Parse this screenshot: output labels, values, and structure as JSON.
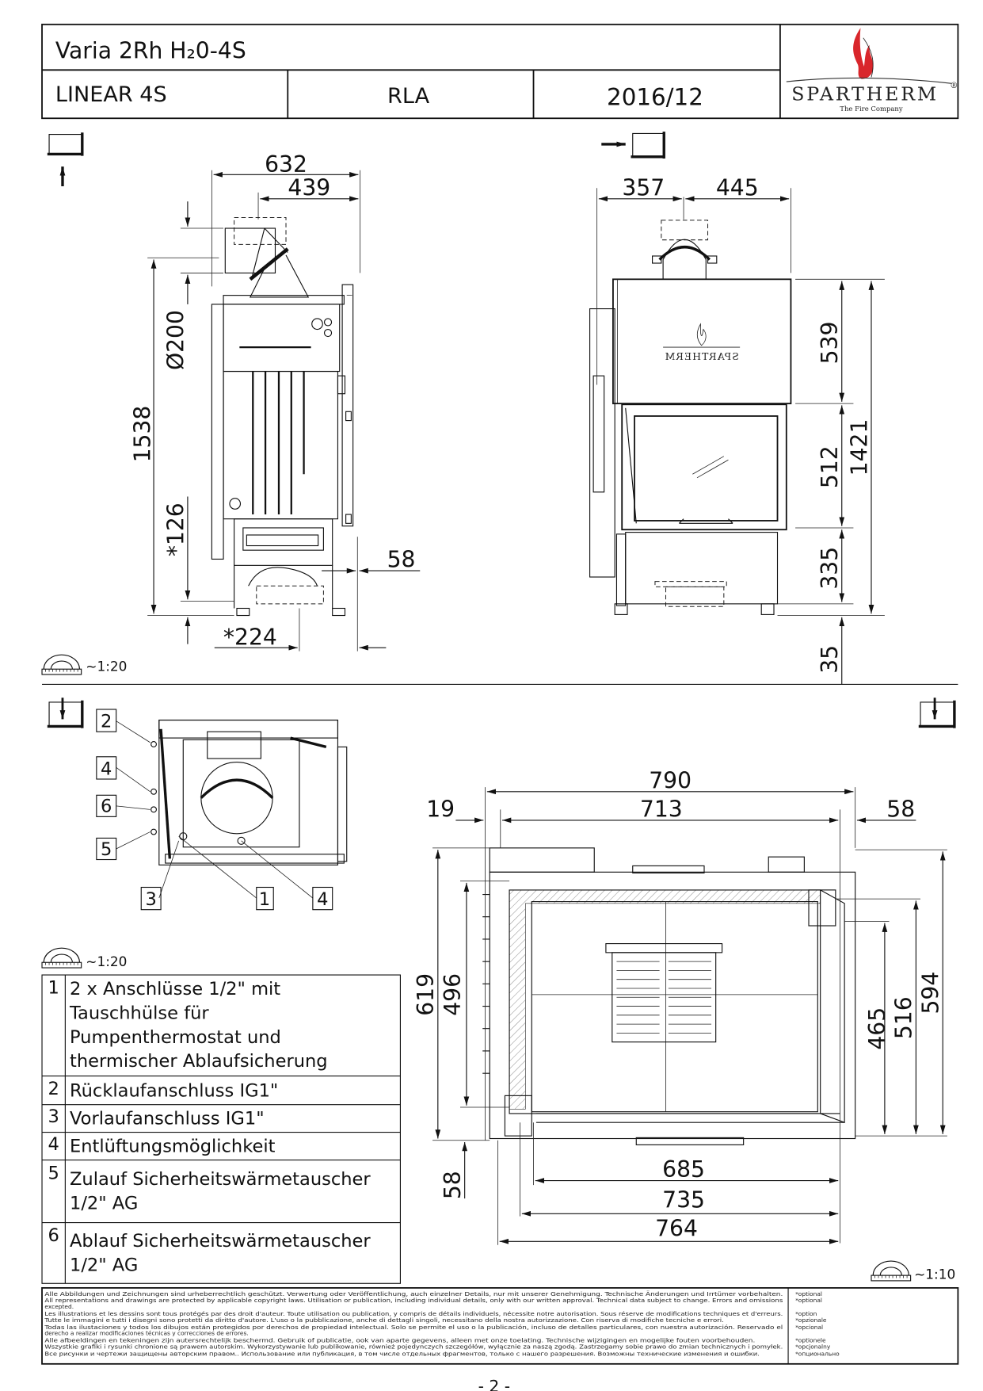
{
  "header": {
    "title": "Varia 2Rh H₂0-4S",
    "model": "LINEAR 4S",
    "variant": "RLA",
    "date": "2016/12"
  },
  "logo": {
    "brand": "SPARTHERM",
    "tagline": "The Fire Company",
    "registered": "®",
    "flame_color": "#d9262b"
  },
  "side_view": {
    "icon": "view-from-front-arrow-up-icon",
    "dims": {
      "width_total": "632",
      "flue_offset": "439",
      "flue_diameter": "Ø200",
      "height_total": "1538",
      "optional_126": "*126",
      "depth_58": "58",
      "optional_224": "*224"
    },
    "scale": "~1:20"
  },
  "front_view": {
    "icon": "view-from-side-arrow-right-icon",
    "dims": {
      "left": "357",
      "right": "445",
      "upper": "539",
      "door": "512",
      "lower": "335",
      "feet": "35",
      "height_total": "1421"
    },
    "logo_mirrored": "SPARTHERM"
  },
  "connections_view": {
    "icon": "view-from-top-arrow-down-icon",
    "callouts": [
      "2",
      "4",
      "6",
      "5",
      "3",
      "1",
      "4"
    ],
    "scale": "~1:20"
  },
  "legend": [
    {
      "number": "1",
      "lines": [
        "2 x Anschlüsse 1/2\" mit",
        "Tauschhülse für",
        "Pumpenthermostat und",
        "thermischer Ablaufsicherung"
      ]
    },
    {
      "number": "2",
      "lines": [
        "Rücklaufanschluss IG1\""
      ]
    },
    {
      "number": "3",
      "lines": [
        "Vorlaufanschluss IG1\""
      ]
    },
    {
      "number": "4",
      "lines": [
        "Entlüftungsmöglichkeit"
      ]
    },
    {
      "number": "5",
      "lines": [
        "Zulauf Sicherheitswärmetauscher",
        "1/2\" AG"
      ]
    },
    {
      "number": "6",
      "lines": [
        "Ablauf Sicherheitswärmetauscher",
        "1/2\" AG"
      ]
    }
  ],
  "plan_view": {
    "icon": "view-from-top-arrow-down-icon",
    "dims": {
      "width_total": "790",
      "width_inner": "713",
      "left_19": "19",
      "right_58": "58",
      "depth_619": "619",
      "depth_496": "496",
      "bottom_58": "58",
      "depth_465": "465",
      "depth_516": "516",
      "depth_594": "594",
      "w_685": "685",
      "w_735": "735",
      "w_764": "764"
    },
    "scale": "~1:10"
  },
  "footer": {
    "lines": [
      "Alle Abbildungen und Zeichnungen sind urheberrechtlich geschützt. Verwertung oder Veröffentlichung, auch einzelner Details, nur mit unserer Genehmigung. Technische Änderungen und Irrtümer vorbehalten.",
      "All representations and drawings are protected by applicable copyright laws. Utilisation or publication, including individual details, only with our written approval. Technical data subject to change. Errors and omissions",
      "excepted.",
      "Les illustrations et les dessins sont tous protégés par des droit d'auteur. Toute utilisation ou publication, y compris de détails individuels, nécessite notre autorisation. Sous réserve de modifications techniques et d'erreurs.",
      "Tutte le immagini e tutti i disegni sono protetti da diritto d'autore. L'uso o la pubblicazione, anche di dettagli singoli, necessitano della nostra autorizzazione.  Con riserva di modifiche tecniche e errori.",
      "Todas las ilustaciones y todos los dibujos están protegidos por derechos de propiedad intelectual. Solo se permite el uso o la publicación, incluso de detalles particulares, con nuestra autorización. Reservado el",
      "derecho a realizar modificaciones técnicas y correcciones de errores.",
      "Alle afbeeldingen en tekeningen zijn autersrechtelijk beschermd. Gebruik of publicatie, ook van aparte gegevens, alleen met onze toelating. Technische wijzigingen en mogelijke fouten voorbehouden.",
      "Wszystkie grafiki i rysunki chronione są prawem autorskim. Wykorzystywanie lub publikowanie, również pojedynczych szczegółów, wyłącznie za naszą zgodą. Zastrzegamy sobie prawo do zmian technicznych i pomyłek.",
      "Все рисунки и чертежи защищены авторским правом.. Использование или публикация, в том числе отдельных фрагментов, только с нашего разрешения. Возможны технические изменения и ошибки."
    ],
    "options": [
      "*optional",
      "*optional",
      "",
      "*option",
      "*opzionale",
      "*opcional",
      "",
      "*optionele",
      "*opcjonalny",
      "*опционально"
    ]
  },
  "page_number": "- 2 -"
}
